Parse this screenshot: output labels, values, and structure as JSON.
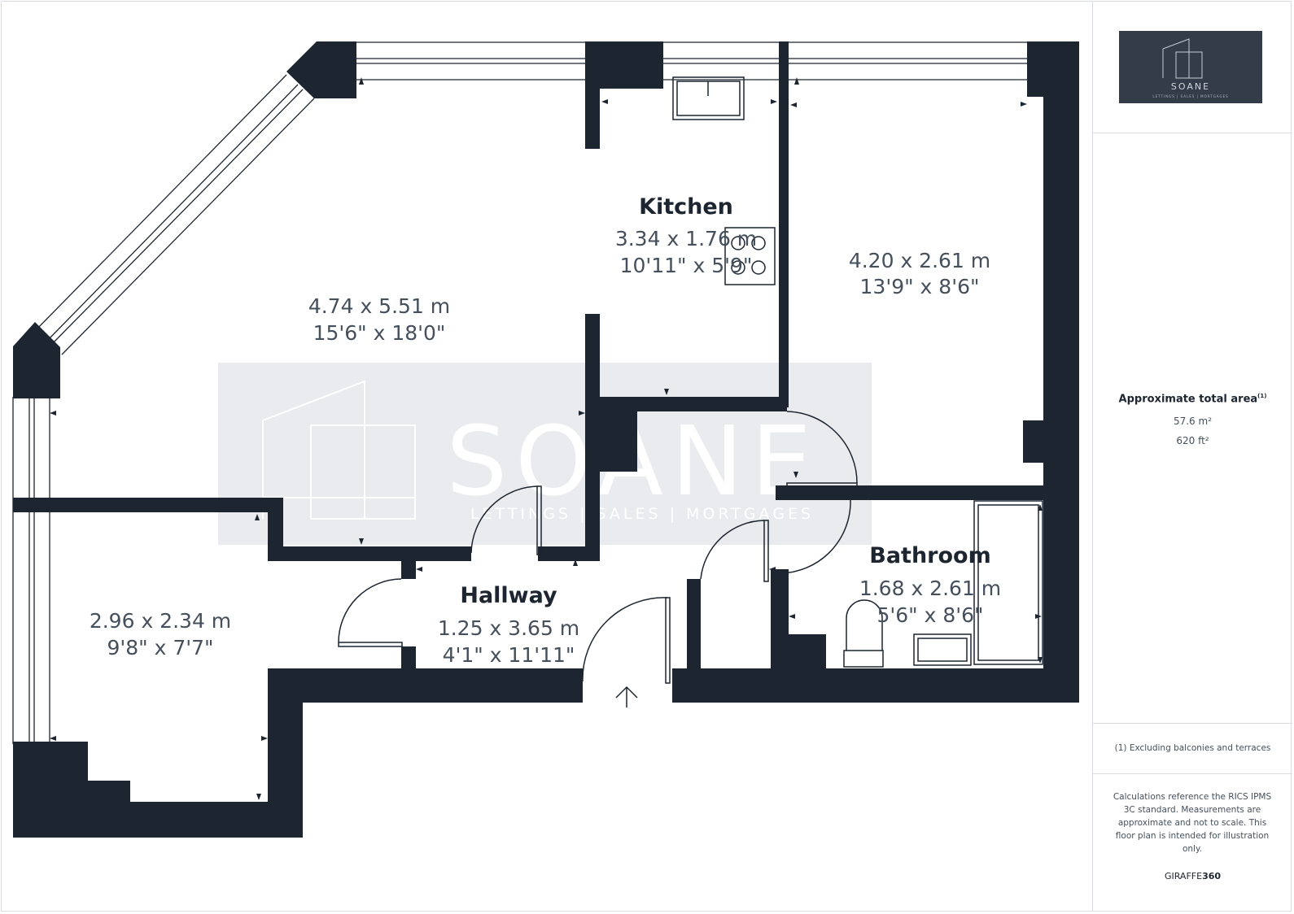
{
  "rooms": [
    {
      "id": "living",
      "name": "",
      "dim_m": "4.74 x 5.51 m",
      "dim_ft": "15'6\" x 18'0\""
    },
    {
      "id": "kitchen",
      "name": "Kitchen",
      "dim_m": "3.34 x 1.76 m",
      "dim_ft": "10'11\" x 5'9\""
    },
    {
      "id": "bedroom",
      "name": "",
      "dim_m": "4.20 x 2.61 m",
      "dim_ft": "13'9\" x 8'6\""
    },
    {
      "id": "bedroom2",
      "name": "",
      "dim_m": "2.96 x 2.34 m",
      "dim_ft": "9'8\" x 7'7\""
    },
    {
      "id": "hallway",
      "name": "Hallway",
      "dim_m": "1.25 x 3.65 m",
      "dim_ft": "4'1\" x 11'11\""
    },
    {
      "id": "bathroom",
      "name": "Bathroom",
      "dim_m": "1.68 x 2.61 m",
      "dim_ft": "5'6\" x 8'6\""
    }
  ],
  "watermark": {
    "word": "SOANE",
    "tagline": "LETTINGS | SALES | MORTGAGES"
  },
  "logo": {
    "word": "SOANE",
    "tagline": "LETTINGS | SALES | MORTGAGES"
  },
  "area": {
    "title": "Approximate total area",
    "marker": "(1)",
    "metric": "57.6 m²",
    "imperial": "620 ft²"
  },
  "footnote": "(1) Excluding balconies and terraces",
  "disclaimer": "Calculations reference the RICS IPMS 3C standard. Measurements are approximate and not to scale. This floor plan is intended for illustration only.",
  "brand": {
    "prefix": "GIRAFFE",
    "suffix": "360"
  },
  "colors": {
    "wall": "#1d2530",
    "watermark_bg": "#e9ebee",
    "logo_bg": "#333c48"
  }
}
